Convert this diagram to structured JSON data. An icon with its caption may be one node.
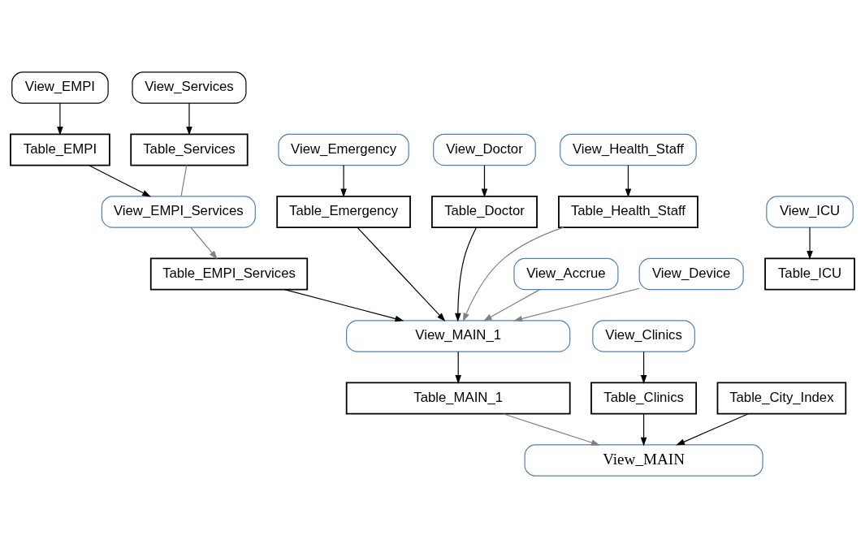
{
  "diagram": {
    "nodes": [
      {
        "text": [
          "View_EMPI"
        ]
      },
      {
        "text": [
          "View_Services"
        ]
      },
      {
        "text": [
          "Table_EMPI"
        ]
      },
      {
        "text": [
          "Table_Services"
        ]
      },
      {
        "text": [
          "View_EMPI_Services"
        ]
      },
      {
        "text": [
          "View_ICU"
        ]
      },
      {
        "text": [
          "Table_EMPI_Services"
        ]
      },
      {
        "text": [
          "Table_ICU"
        ]
      },
      {
        "text": [
          "View_Emergency"
        ]
      },
      {
        "text": [
          "View_Doctor"
        ]
      },
      {
        "text": [
          "View_Health_Staff"
        ]
      },
      {
        "text": [
          "Table_Emergency"
        ]
      },
      {
        "text": [
          "Table_Doctor"
        ]
      },
      {
        "text": [
          "Table_Health_Staff"
        ]
      },
      {
        "text": [
          "View_Accrue"
        ]
      },
      {
        "text": [
          "View_Device"
        ]
      },
      {
        "text": [
          "View_MAIN_1"
        ]
      },
      {
        "text": [
          "View_Clinics"
        ]
      },
      {
        "text": [
          "Table_MAIN_1"
        ]
      },
      {
        "text": [
          "Table_Clinics"
        ]
      },
      {
        "text": [
          "Table_City_Index"
        ]
      },
      {
        "text": [
          "View_MAIN"
        ]
      }
    ],
    "edges": [
      {
        "from": 0,
        "to": 2,
        "arrow": "to"
      },
      {
        "from": 1,
        "to": 3,
        "arrow": "to"
      },
      {
        "from": 2,
        "to": 4,
        "arrow": "to"
      },
      {
        "from": 3,
        "to": 4,
        "arrow": "none",
        "color": "#808080"
      },
      {
        "from": 4,
        "to": 6,
        "arrow": "to",
        "color": "#808080"
      },
      {
        "from": 5,
        "to": 7,
        "arrow": "to"
      },
      {
        "from": 8,
        "to": 11,
        "arrow": "to"
      },
      {
        "from": 9,
        "to": 12,
        "arrow": "to"
      },
      {
        "from": 10,
        "to": 13,
        "arrow": "to"
      },
      {
        "from": 6,
        "to": 16,
        "arrow": "to"
      },
      {
        "from": 11,
        "to": 16,
        "arrow": "to"
      },
      {
        "from": 12,
        "to": 16,
        "arrow": "to"
      },
      {
        "from": 13,
        "to": 16,
        "arrow": "to",
        "color": "#808080"
      },
      {
        "from": 14,
        "to": 16,
        "arrow": "to",
        "color": "#808080"
      },
      {
        "from": 15,
        "to": 16,
        "arrow": "to",
        "color": "#808080"
      },
      {
        "from": 16,
        "to": 18,
        "arrow": "to"
      },
      {
        "from": 17,
        "to": 19,
        "arrow": "to"
      },
      {
        "from": 18,
        "to": 21,
        "arrow": "to",
        "color": "#808080"
      },
      {
        "from": 19,
        "to": 21,
        "arrow": "to"
      },
      {
        "from": 20,
        "to": 21,
        "arrow": "to"
      }
    ]
  }
}
